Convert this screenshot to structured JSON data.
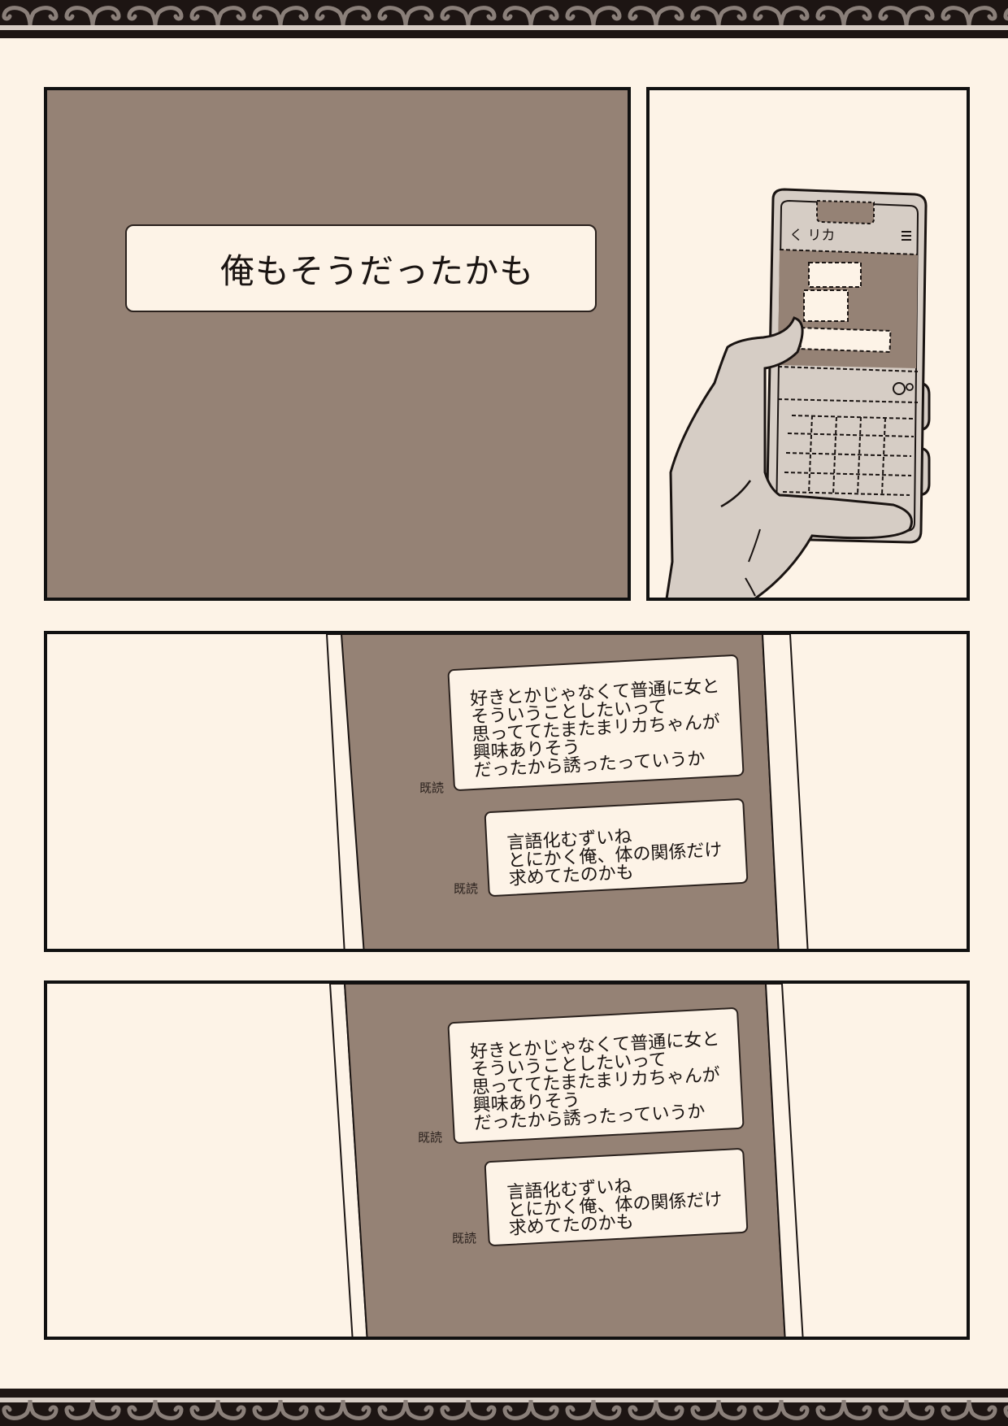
{
  "colors": {
    "paper": "#fdf3e7",
    "border_band": "#1d1513",
    "scallop": "#8a7f79",
    "panel_dark": "#958275",
    "phone_body": "#d6cdc5",
    "ink": "#111111"
  },
  "panel1": {
    "caption": "俺もそうだったかも"
  },
  "panel2": {
    "phone": {
      "header_back": "く リカ",
      "menu_icon": "hamburger-icon",
      "input_icons": [
        "sticker-icon",
        "mic-icon"
      ]
    }
  },
  "chat_panels": [
    {
      "messages": [
        {
          "lines": [
            "好きとかじゃなくて普通に女と",
            "そういうことしたいって",
            "思っててたまたまリカちゃんが",
            "興味ありそう",
            "だったから誘ったっていうか"
          ],
          "status": "既読"
        },
        {
          "lines": [
            "言語化むずいね",
            "とにかく俺、体の関係だけ",
            "求めてたのかも"
          ],
          "status": "既読"
        }
      ]
    },
    {
      "messages": [
        {
          "lines": [
            "好きとかじゃなくて普通に女と",
            "そういうことしたいって",
            "思っててたまたまリカちゃんが",
            "興味ありそう",
            "だったから誘ったっていうか"
          ],
          "status": "既読"
        },
        {
          "lines": [
            "言語化むずいね",
            "とにかく俺、体の関係だけ",
            "求めてたのかも"
          ],
          "status": "既読"
        }
      ]
    }
  ]
}
